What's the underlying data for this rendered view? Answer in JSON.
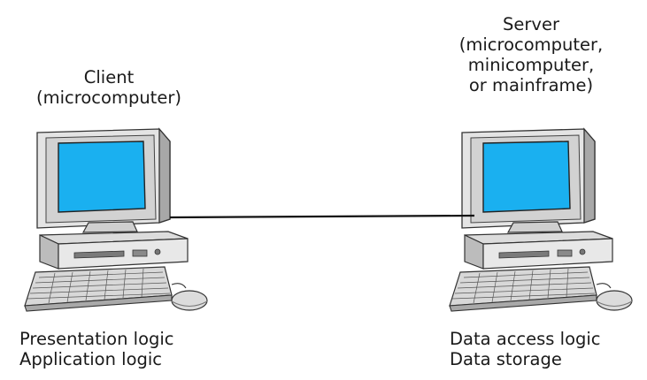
{
  "client": {
    "title": "Client",
    "subtitle": "(microcomputer)",
    "roles": [
      "Presentation logic",
      "Application logic"
    ]
  },
  "server": {
    "title": "Server",
    "subtitle_lines": [
      "(microcomputer,",
      "minicomputer,",
      "or mainframe)"
    ],
    "roles": [
      "Data access logic",
      "Data storage"
    ]
  },
  "colors": {
    "screen": "#1ab0f0",
    "case_light": "#e6e6e6",
    "case_mid": "#c8c8c8",
    "case_dark": "#9a9a9a",
    "outline": "#333333",
    "link": "#111111"
  }
}
